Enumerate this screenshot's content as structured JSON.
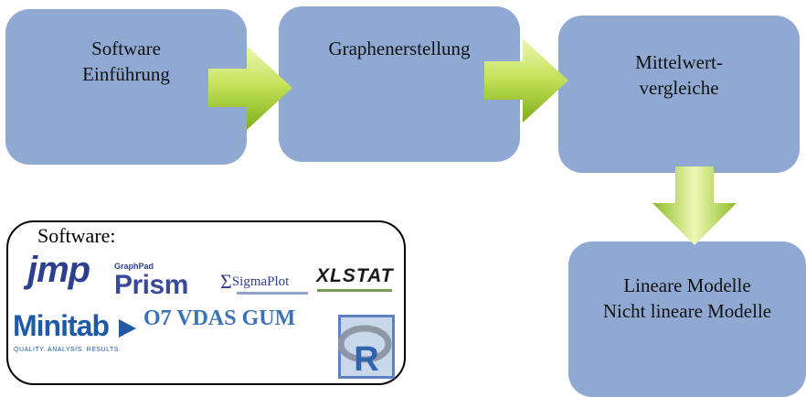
{
  "flow": {
    "step1": {
      "line1": "Software",
      "line2": "Einführung"
    },
    "step2": {
      "line1": "Graphenerstellung"
    },
    "step3": {
      "line1": "Mittelwert-",
      "line2": "vergleiche"
    },
    "step4": {
      "line1": "Lineare Modelle",
      "line2": "Nicht lineare Modelle"
    }
  },
  "software": {
    "title": "Software:",
    "jmp": "jmp",
    "graphpad_small": "GraphPad",
    "prism": "Prism",
    "sigmaplot": "SigmaPlot",
    "xlstat": "XLSTAT",
    "minitab": "Minitab",
    "minitab_sub": "QUALITY. ANALYSIS. RESULTS.",
    "o7": "O7 VDAS GUM",
    "r": "R"
  },
  "colors": {
    "box_fill": "#8fa9d3",
    "arrow_light": "#eaf7a8",
    "arrow_dark": "#8bbb22",
    "text": "#111111"
  }
}
